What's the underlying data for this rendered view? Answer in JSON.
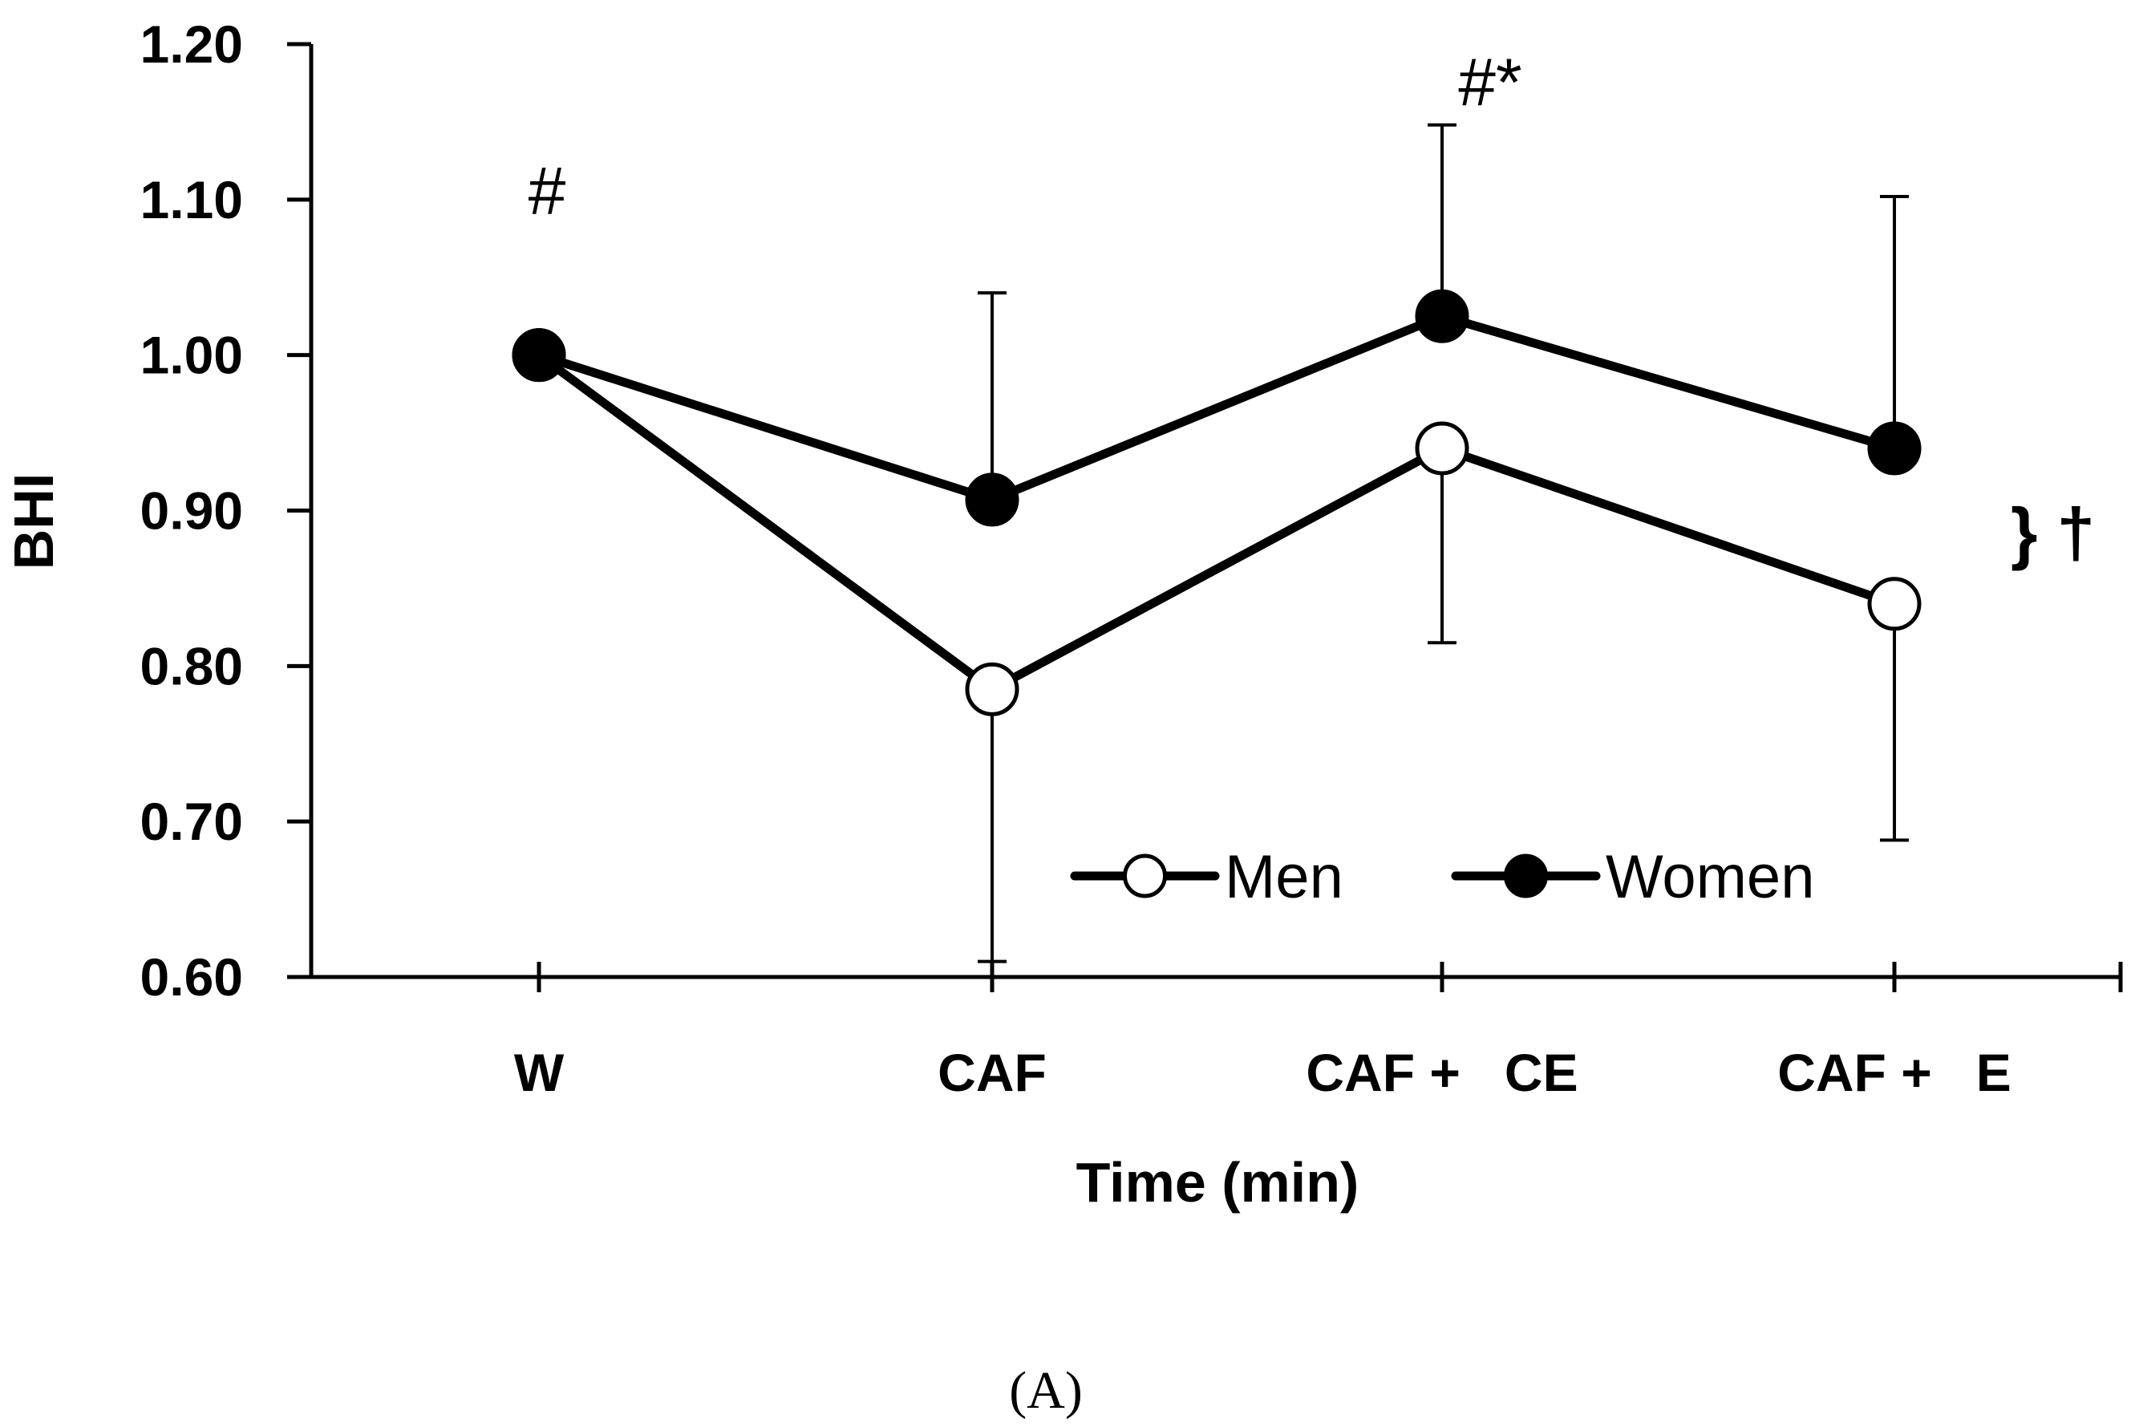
{
  "chart_data": {
    "type": "line",
    "categories": [
      "W",
      "CAF",
      "CAF +   CE",
      "CAF +   E"
    ],
    "series": [
      {
        "name": "Men",
        "values": [
          1.0,
          0.785,
          0.94,
          0.84
        ],
        "error_low": [
          null,
          0.61,
          0.815,
          0.688
        ],
        "error_high": [
          null,
          null,
          null,
          null
        ],
        "marker": "open-circle"
      },
      {
        "name": "Women",
        "values": [
          1.0,
          0.907,
          1.025,
          0.94
        ],
        "error_low": [
          null,
          null,
          null,
          null
        ],
        "error_high": [
          null,
          1.04,
          1.148,
          1.102
        ],
        "marker": "filled-circle"
      }
    ],
    "xlabel": "Time (min)",
    "ylabel": "BHI",
    "ylim": [
      0.6,
      1.2
    ],
    "yticks": [
      0.6,
      0.7,
      0.8,
      0.9,
      1.0,
      1.1,
      1.2
    ],
    "ytick_labels": [
      "0.60",
      "0.70",
      "0.80",
      "0.90",
      "1.00",
      "1.10",
      "1.20"
    ],
    "grid": false,
    "legend_position": "bottom-right inside",
    "annotations": [
      {
        "text": "#",
        "category_index": 0,
        "anchor_value": 1.105
      },
      {
        "text": "#*",
        "category_index": 2,
        "anchor_value": 1.175
      },
      {
        "text": "} †",
        "category_index": 3,
        "anchor_value": 0.885
      }
    ],
    "panel_label": "(A)",
    "colors": {
      "line": "#000000",
      "open_fill": "#ffffff",
      "filled": "#000000"
    }
  }
}
